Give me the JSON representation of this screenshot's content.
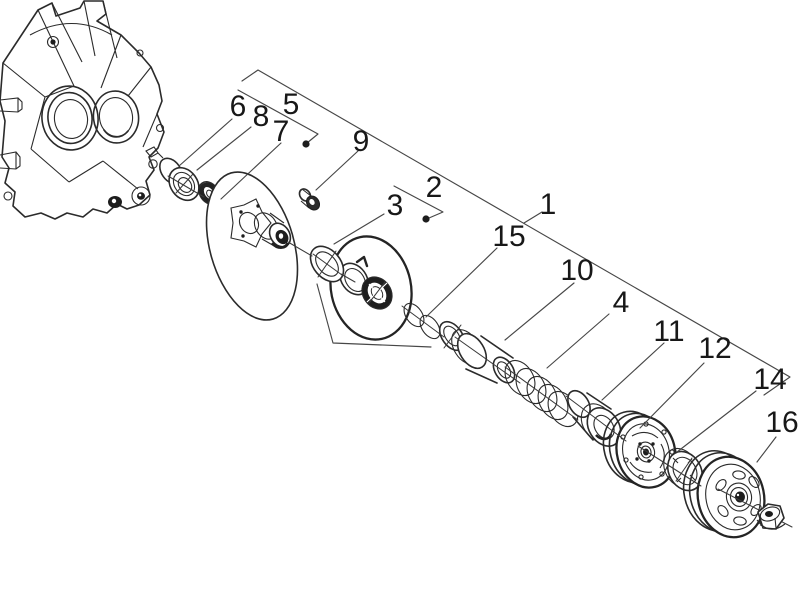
{
  "figure": {
    "type": "exploded-parts-diagram"
  },
  "colors": {
    "ink": "#2b2b2b",
    "leader": "#474747",
    "label": "#181818",
    "background": "#ffffff",
    "dark_fill": "#1d1d1d"
  },
  "callouts": [
    {
      "num": "1"
    },
    {
      "num": "2"
    },
    {
      "num": "3"
    },
    {
      "num": "4"
    },
    {
      "num": "5"
    },
    {
      "num": "6"
    },
    {
      "num": "7"
    },
    {
      "num": "8"
    },
    {
      "num": "9"
    },
    {
      "num": "10"
    },
    {
      "num": "11"
    },
    {
      "num": "12"
    },
    {
      "num": "14"
    },
    {
      "num": "15"
    },
    {
      "num": "16"
    }
  ]
}
